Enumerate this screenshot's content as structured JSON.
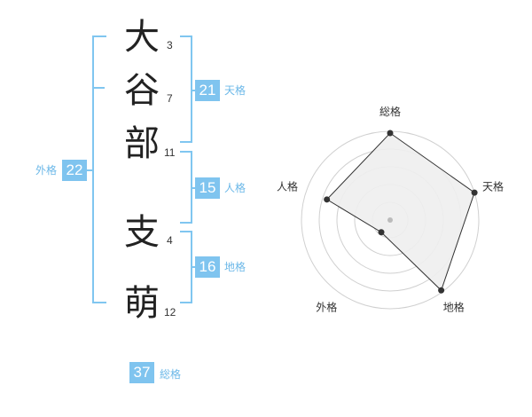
{
  "characters": [
    {
      "char": "大",
      "strokes": "3"
    },
    {
      "char": "谷",
      "strokes": "7"
    },
    {
      "char": "部",
      "strokes": "11"
    },
    {
      "char": "支",
      "strokes": "4"
    },
    {
      "char": "萌",
      "strokes": "12"
    }
  ],
  "fortune": {
    "tenkaku": {
      "value": "21",
      "label": "天格"
    },
    "jinkaku": {
      "value": "15",
      "label": "人格"
    },
    "chikaku": {
      "value": "16",
      "label": "地格"
    },
    "gaikaku": {
      "value": "22",
      "label": "外格"
    },
    "soukaku": {
      "value": "37",
      "label": "総格"
    }
  },
  "colors": {
    "accent": "#7fc4ef",
    "bracket": "#80c6f0",
    "radar_fill": "#eeeeee"
  },
  "chart_data": {
    "type": "radar",
    "axes": [
      "総格",
      "天格",
      "地格",
      "外格",
      "人格"
    ],
    "values": [
      0.98,
      1.0,
      0.98,
      0.17,
      0.75
    ],
    "max": 1.0,
    "rings": 5
  }
}
